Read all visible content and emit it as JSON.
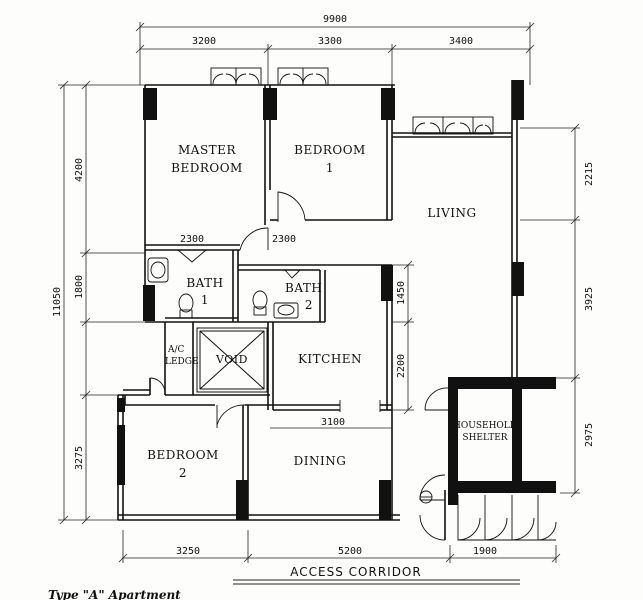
{
  "dimensions": {
    "overall_width": "9900",
    "top_1": "3200",
    "top_2": "3300",
    "top_3": "3400",
    "overall_height": "11050",
    "left_1": "4200",
    "left_2": "1800",
    "left_3": "3275",
    "right_1": "2215",
    "right_2": "3925",
    "right_3": "2975",
    "mid_left": "1450",
    "mid_right": "2200",
    "bath_w1": "2300",
    "bath_w2": "2300",
    "kitchen_w": "3100",
    "bottom_1": "3250",
    "bottom_2": "5200",
    "bottom_3": "1900"
  },
  "rooms": {
    "master_line1": "MASTER",
    "master_line2": "BEDROOM",
    "bed1_line1": "BEDROOM",
    "bed1_line2": "1",
    "living": "LIVING",
    "bath1_line1": "BATH",
    "bath1_line2": "1",
    "bath2_line1": "BATH",
    "bath2_line2": "2",
    "ac_line1": "A/C",
    "ac_line2": "LEDGE",
    "void": "VOID",
    "kitchen": "KITCHEN",
    "shelter_line1": "HOUSEHOLD",
    "shelter_line2": "SHELTER",
    "bed2_line1": "BEDROOM",
    "bed2_line2": "2",
    "dining": "DINING"
  },
  "corridor": "ACCESS CORRIDOR",
  "caption": "Type \"A\" Apartment"
}
